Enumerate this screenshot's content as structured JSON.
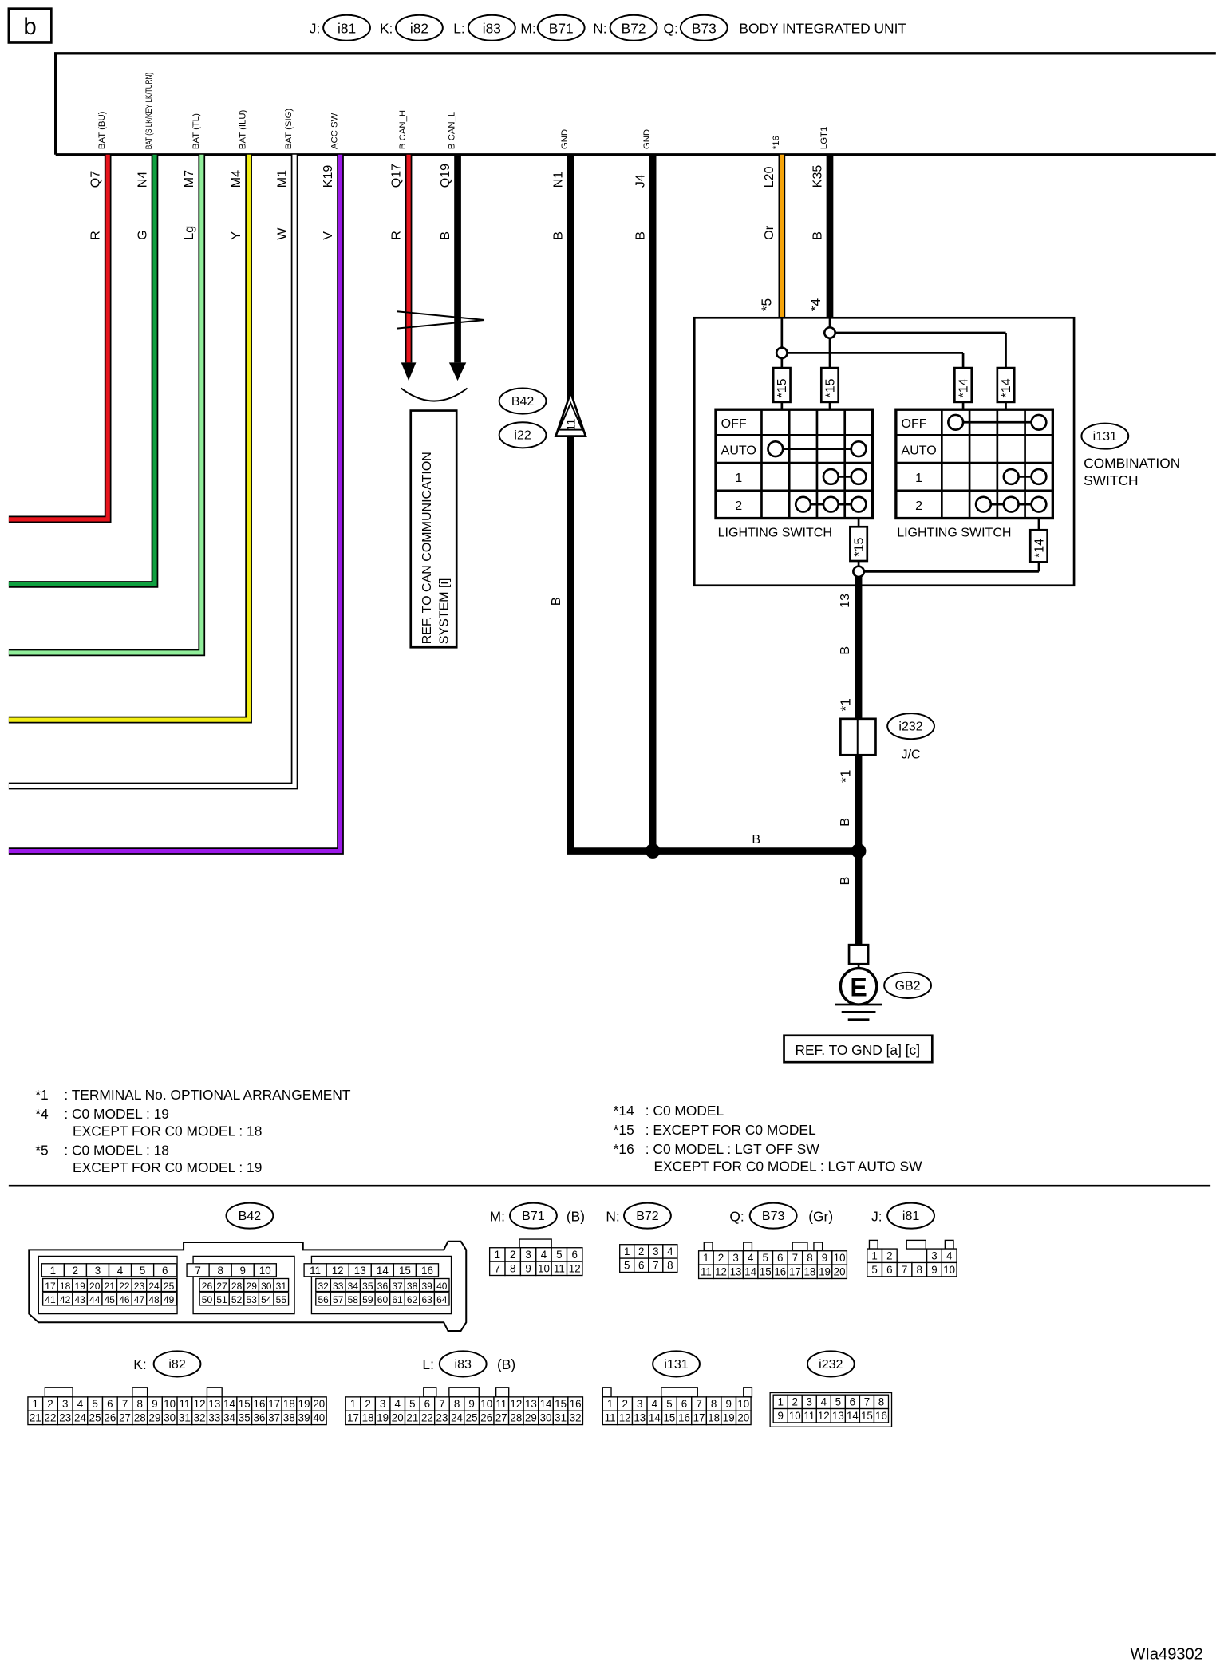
{
  "page_label": "b",
  "footer_id": "WIa49302",
  "header": {
    "connectors": [
      {
        "prefix": "J:",
        "id": "i81"
      },
      {
        "prefix": "K:",
        "id": "i82"
      },
      {
        "prefix": "L:",
        "id": "i83"
      },
      {
        "prefix": "M:",
        "id": "B71"
      },
      {
        "prefix": "N:",
        "id": "B72"
      },
      {
        "prefix": "Q:",
        "id": "B73"
      }
    ],
    "unit_name": "BODY INTEGRATED UNIT"
  },
  "colors": {
    "R": "#e8141c",
    "G": "#10a040",
    "Lg": "#90ee9a",
    "Y": "#f2ee14",
    "W": "#ffffff",
    "V": "#9b18e8",
    "B": "#000000",
    "Or": "#f5a40a"
  },
  "wires": [
    {
      "label": "BAT (BU)",
      "terminal": "Q7",
      "color_code": "R"
    },
    {
      "label": "BAT (S LK/KEY LK/TURN)",
      "terminal": "N4",
      "color_code": "G"
    },
    {
      "label": "BAT (TL)",
      "terminal": "M7",
      "color_code": "Lg"
    },
    {
      "label": "BAT (ILU)",
      "terminal": "M4",
      "color_code": "Y"
    },
    {
      "label": "BAT (SIG)",
      "terminal": "M1",
      "color_code": "W"
    },
    {
      "label": "ACC SW",
      "terminal": "K19",
      "color_code": "V"
    },
    {
      "label": "B CAN_H",
      "terminal": "Q17",
      "color_code": "R"
    },
    {
      "label": "B CAN_L",
      "terminal": "Q19",
      "color_code": "B"
    },
    {
      "label": "GND",
      "terminal": "N1",
      "color_code": "B"
    },
    {
      "label": "GND",
      "terminal": "J4",
      "color_code": "B"
    },
    {
      "label": "*16",
      "terminal": "L20",
      "color_code": "Or"
    },
    {
      "label": "LGT1",
      "terminal": "K35",
      "color_code": "B"
    }
  ],
  "can_ref": {
    "line1": "REF. TO CAN COMMUNICATION",
    "line2": "SYSTEM [i]"
  },
  "b42_junction": {
    "top": "B42",
    "bottom": "i22",
    "pin": "11"
  },
  "wire_b_label": "B",
  "switch_entry": {
    "left": "*5",
    "right": "*4"
  },
  "combination_switch": {
    "id": "i131",
    "name_line1": "COMBINATION",
    "name_line2": "SWITCH",
    "positions": [
      "OFF",
      "AUTO",
      "1",
      "2"
    ],
    "caption": "LIGHTING SWITCH",
    "tag15": "*15",
    "tag14": "*14"
  },
  "lower_wire": {
    "pin": "13",
    "color_code": "B",
    "star": "*1"
  },
  "jc": {
    "id": "i232",
    "label": "J/C"
  },
  "ground": {
    "symbol": "E",
    "id": "GB2",
    "ref": "REF. TO GND [a] [c]"
  },
  "notes_left": [
    {
      "mark": "*1",
      "lines": [
        ": TERMINAL No. OPTIONAL ARRANGEMENT"
      ]
    },
    {
      "mark": "*4",
      "lines": [
        ": C0 MODEL  : 19",
        "EXCEPT FOR C0 MODEL  : 18"
      ]
    },
    {
      "mark": "*5",
      "lines": [
        ": C0 MODEL  : 18",
        "EXCEPT FOR C0 MODEL  : 19"
      ]
    }
  ],
  "notes_right": [
    {
      "mark": "*14",
      "lines": [
        ": C0 MODEL"
      ]
    },
    {
      "mark": "*15",
      "lines": [
        ": EXCEPT FOR C0 MODEL"
      ]
    },
    {
      "mark": "*16",
      "lines": [
        ": C0 MODEL  : LGT OFF SW",
        "EXCEPT FOR C0 MODEL  : LGT AUTO SW"
      ]
    }
  ],
  "connector_views": [
    {
      "id": "B42",
      "prefix": "",
      "suffix": "",
      "rows": [
        [
          "1",
          "2",
          "3",
          "4",
          "5",
          "6",
          "",
          "7",
          "8",
          "9",
          "10",
          "",
          "11",
          "12",
          "13",
          "14",
          "15",
          "16"
        ],
        [
          "17",
          "18",
          "19",
          "20",
          "21",
          "22",
          "23",
          "24",
          "25",
          "26",
          "27",
          "28",
          "29",
          "30",
          "31",
          "32",
          "33",
          "34",
          "35",
          "36",
          "37",
          "38",
          "39",
          "40"
        ],
        [
          "41",
          "42",
          "43",
          "44",
          "45",
          "46",
          "47",
          "48",
          "49",
          "50",
          "51",
          "52",
          "53",
          "54",
          "55",
          "56",
          "57",
          "58",
          "59",
          "60",
          "61",
          "62",
          "63",
          "64"
        ]
      ]
    },
    {
      "id": "B71",
      "prefix": "M:",
      "suffix": "(B)",
      "rows": [
        [
          "1",
          "2",
          "3",
          "4",
          "5",
          "6"
        ],
        [
          "7",
          "8",
          "9",
          "10",
          "11",
          "12"
        ]
      ]
    },
    {
      "id": "B72",
      "prefix": "N:",
      "suffix": "",
      "rows": [
        [
          "1",
          "2",
          "3",
          "4"
        ],
        [
          "5",
          "6",
          "7",
          "8"
        ]
      ]
    },
    {
      "id": "B73",
      "prefix": "Q:",
      "suffix": "(Gr)",
      "rows": [
        [
          "1",
          "2",
          "3",
          "4",
          "5",
          "6",
          "7",
          "8",
          "9",
          "10"
        ],
        [
          "11",
          "12",
          "13",
          "14",
          "15",
          "16",
          "17",
          "18",
          "19",
          "20"
        ]
      ]
    },
    {
      "id": "i81",
      "prefix": "J:",
      "suffix": "",
      "rows": [
        [
          "1",
          "2",
          "",
          "",
          "3",
          "4"
        ],
        [
          "5",
          "6",
          "7",
          "8",
          "9",
          "10"
        ]
      ]
    },
    {
      "id": "i82",
      "prefix": "K:",
      "suffix": "",
      "rows": [
        [
          "1",
          "2",
          "3",
          "4",
          "5",
          "6",
          "7",
          "8",
          "9",
          "10",
          "11",
          "12",
          "13",
          "14",
          "15",
          "16",
          "17",
          "18",
          "19",
          "20"
        ],
        [
          "21",
          "22",
          "23",
          "24",
          "25",
          "26",
          "27",
          "28",
          "29",
          "30",
          "31",
          "32",
          "33",
          "34",
          "35",
          "36",
          "37",
          "38",
          "39",
          "40"
        ]
      ]
    },
    {
      "id": "i83",
      "prefix": "L:",
      "suffix": "(B)",
      "rows": [
        [
          "1",
          "2",
          "3",
          "4",
          "5",
          "6",
          "7",
          "8",
          "9",
          "10",
          "11",
          "12",
          "13",
          "14",
          "15",
          "16"
        ],
        [
          "17",
          "18",
          "19",
          "20",
          "21",
          "22",
          "23",
          "24",
          "25",
          "26",
          "27",
          "28",
          "29",
          "30",
          "31",
          "32"
        ]
      ]
    },
    {
      "id": "i131",
      "prefix": "",
      "suffix": "",
      "rows": [
        [
          "1",
          "2",
          "3",
          "4",
          "5",
          "6",
          "7",
          "8",
          "9",
          "10"
        ],
        [
          "11",
          "12",
          "13",
          "14",
          "15",
          "16",
          "17",
          "18",
          "19",
          "20"
        ]
      ]
    },
    {
      "id": "i232",
      "prefix": "",
      "suffix": "",
      "rows": [
        [
          "1",
          "2",
          "3",
          "4",
          "5",
          "6",
          "7",
          "8"
        ],
        [
          "9",
          "10",
          "11",
          "12",
          "13",
          "14",
          "15",
          "16"
        ]
      ]
    }
  ]
}
